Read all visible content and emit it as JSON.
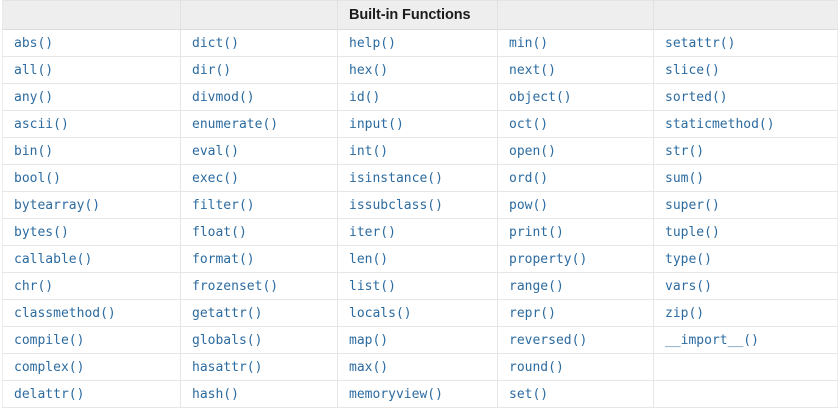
{
  "table": {
    "title": "Built-in Functions",
    "title_column_index": 2,
    "column_count": 5,
    "row_count": 14,
    "colors": {
      "link": "#2c6ba0",
      "header_bg": "#eeeeee",
      "header_text": "#1c1c1c",
      "border": "#e6e6e6",
      "page_bg": "#ffffff"
    },
    "header_cells": [
      "",
      "",
      "Built-in Functions",
      "",
      ""
    ],
    "rows": [
      [
        "abs()",
        "dict()",
        "help()",
        "min()",
        "setattr()"
      ],
      [
        "all()",
        "dir()",
        "hex()",
        "next()",
        "slice()"
      ],
      [
        "any()",
        "divmod()",
        "id()",
        "object()",
        "sorted()"
      ],
      [
        "ascii()",
        "enumerate()",
        "input()",
        "oct()",
        "staticmethod()"
      ],
      [
        "bin()",
        "eval()",
        "int()",
        "open()",
        "str()"
      ],
      [
        "bool()",
        "exec()",
        "isinstance()",
        "ord()",
        "sum()"
      ],
      [
        "bytearray()",
        "filter()",
        "issubclass()",
        "pow()",
        "super()"
      ],
      [
        "bytes()",
        "float()",
        "iter()",
        "print()",
        "tuple()"
      ],
      [
        "callable()",
        "format()",
        "len()",
        "property()",
        "type()"
      ],
      [
        "chr()",
        "frozenset()",
        "list()",
        "range()",
        "vars()"
      ],
      [
        "classmethod()",
        "getattr()",
        "locals()",
        "repr()",
        "zip()"
      ],
      [
        "compile()",
        "globals()",
        "map()",
        "reversed()",
        "__import__()"
      ],
      [
        "complex()",
        "hasattr()",
        "max()",
        "round()",
        ""
      ],
      [
        "delattr()",
        "hash()",
        "memoryview()",
        "set()",
        ""
      ]
    ]
  }
}
